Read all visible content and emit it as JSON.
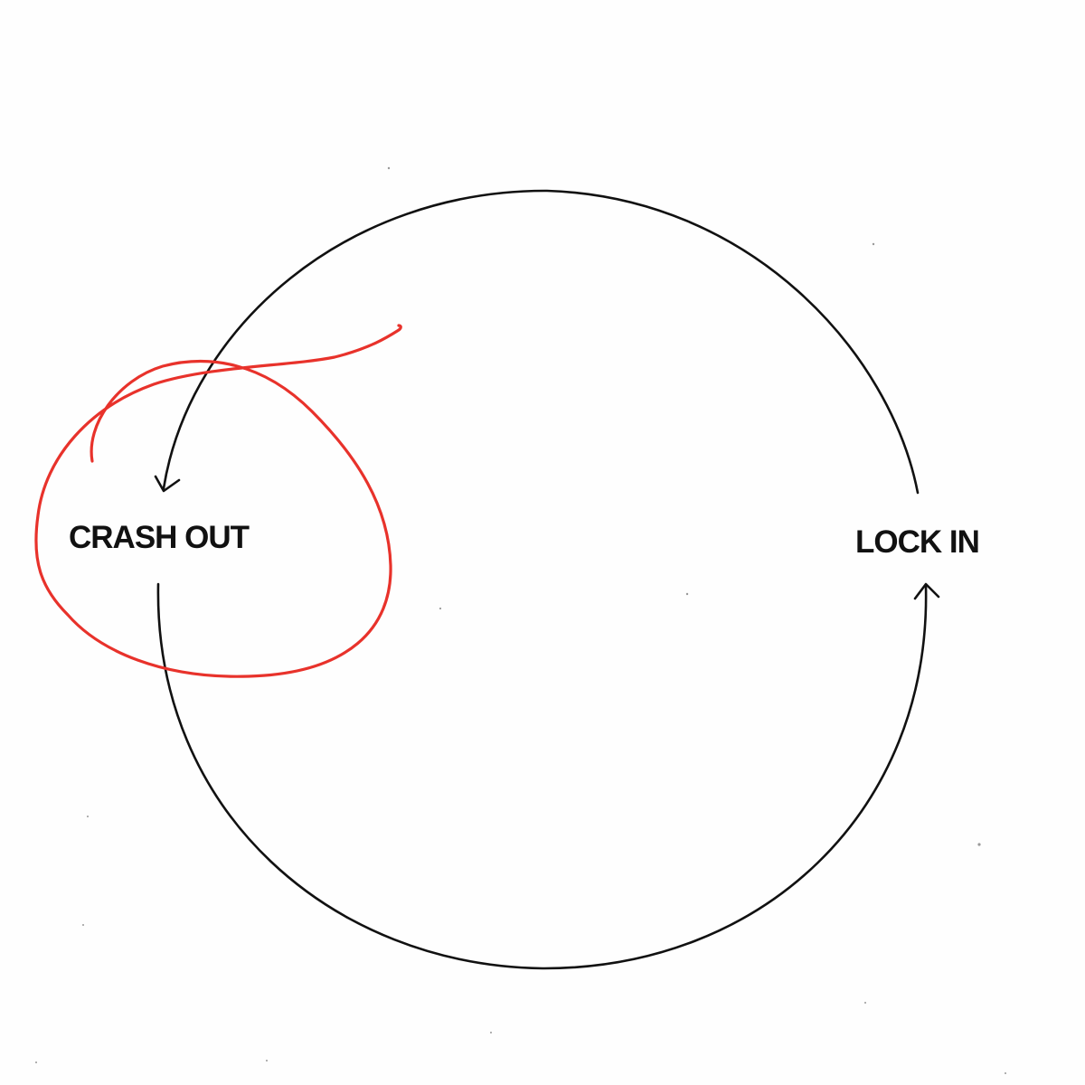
{
  "nodes": {
    "crash_out": "CRASH OUT",
    "lock_in": "LOCK IN"
  },
  "colors": {
    "ink": "#111111",
    "annotation": "#e8322b",
    "paper": "#fefefe"
  },
  "edges": [
    {
      "from": "lock_in",
      "to": "crash_out",
      "style": "arc-over-top"
    },
    {
      "from": "crash_out",
      "to": "lock_in",
      "style": "arc-under-bottom"
    }
  ],
  "annotation": {
    "type": "hand-drawn-circle",
    "target": "crash_out"
  }
}
